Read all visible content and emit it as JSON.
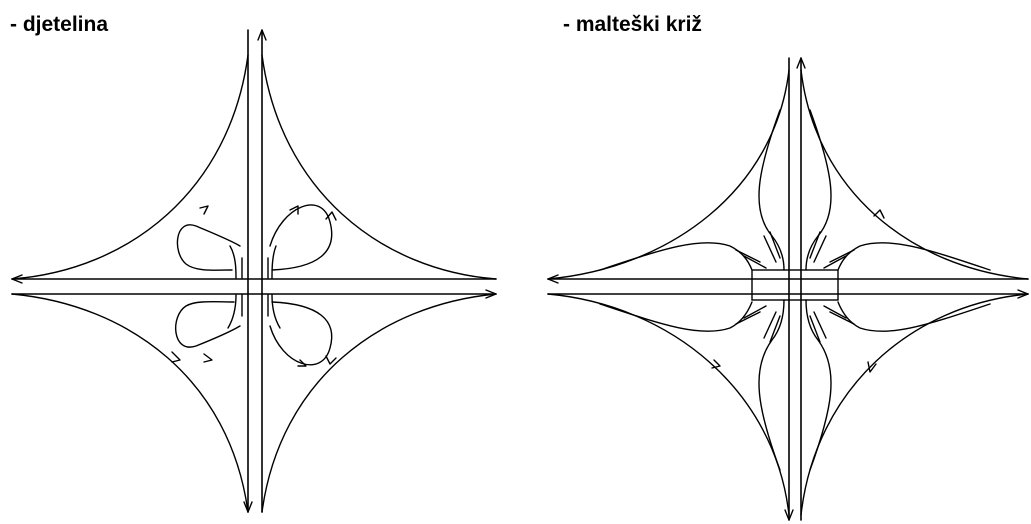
{
  "panels": {
    "left": {
      "title": "- djetelina",
      "type": "cloverleaf-interchange"
    },
    "right": {
      "title": "- malteški križ",
      "type": "maltese-cross-interchange"
    }
  },
  "colors": {
    "line": "#000000",
    "background": "#ffffff"
  }
}
